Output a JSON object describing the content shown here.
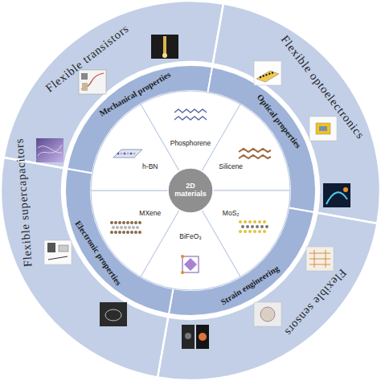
{
  "diagram": {
    "nodes": [
      {
        "text": [
          "Flexible transistors"
        ]
      },
      {
        "text": [
          "Flexible optoelectronics"
        ]
      },
      {
        "text": [
          "Flexible sensors"
        ]
      },
      {
        "text": [
          "Flexible supercapacitors"
        ]
      },
      {
        "text": [
          "Mechanical properties"
        ]
      },
      {
        "text": [
          "Optical properties"
        ]
      },
      {
        "text": [
          "Strain engineering"
        ]
      },
      {
        "text": [
          "Electronic properties"
        ]
      },
      {
        "text": [
          "Phosphorene"
        ]
      },
      {
        "text": [
          "Silicene"
        ]
      },
      {
        "text": [
          "MoS₂"
        ]
      },
      {
        "text": [
          "BiFeO₃"
        ]
      },
      {
        "text": [
          "MXene"
        ]
      },
      {
        "text": [
          "h-BN"
        ]
      },
      {
        "text": [
          "2D materials"
        ]
      }
    ]
  }
}
